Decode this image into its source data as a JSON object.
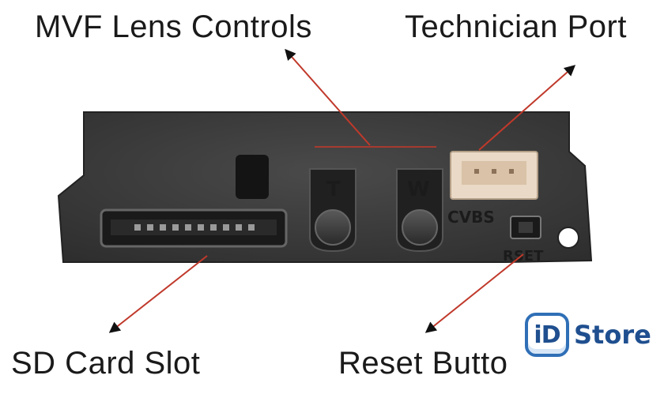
{
  "labels": {
    "mvf_lens_controls": "MVF Lens Controls",
    "technician_port": "Technician Port",
    "sd_card_slot": "SD Card Slot",
    "reset_button": "Reset Butto"
  },
  "panel_markings": {
    "tele": "T",
    "wide": "W",
    "cvbs": "CVBS",
    "reset": "RSET"
  },
  "brand": {
    "mark": "iD",
    "word": "Store",
    "color": "#2f6fb6"
  },
  "colors": {
    "panel": "#3c3c3c",
    "arrow_line": "#c0392b",
    "connector": "#ead9c6"
  }
}
